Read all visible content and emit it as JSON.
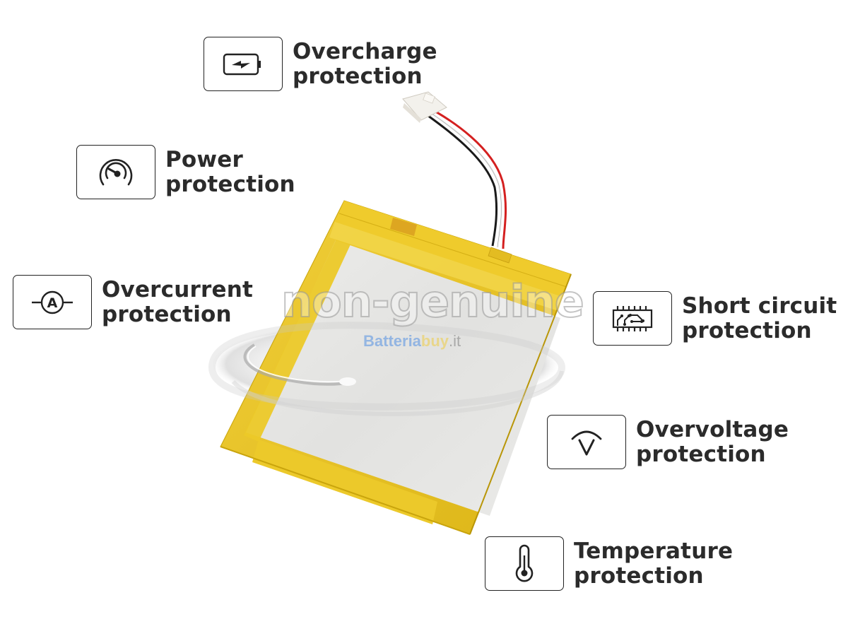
{
  "features": [
    {
      "id": "overcharge",
      "icon": "battery-charge-icon",
      "line1": "Overcharge",
      "line2": "protection"
    },
    {
      "id": "power",
      "icon": "gauge-icon",
      "line1": "Power",
      "line2": "protection"
    },
    {
      "id": "overcurrent",
      "icon": "ammeter-icon",
      "line1": "Overcurrent",
      "line2": "protection"
    },
    {
      "id": "short-circuit",
      "icon": "circuit-chip-icon",
      "line1": "Short circuit",
      "line2": "protection"
    },
    {
      "id": "overvoltage",
      "icon": "voltmeter-icon",
      "line1": "Overvoltage",
      "line2": "protection"
    },
    {
      "id": "temperature",
      "icon": "thermometer-icon",
      "line1": "Temperature",
      "line2": "protection"
    }
  ],
  "watermark": {
    "main": "non-genuine",
    "brand_part1": "Batteria",
    "brand_part2": "buy",
    "brand_part3": ".it"
  },
  "colors": {
    "text": "#2b2b2b",
    "icon_border": "#222222",
    "battery_tape": "#e8c21e",
    "battery_body": "#e6e6e4",
    "wire_red": "#d42020",
    "wire_black": "#1a1a1a",
    "wire_white": "#f4f4f4"
  }
}
